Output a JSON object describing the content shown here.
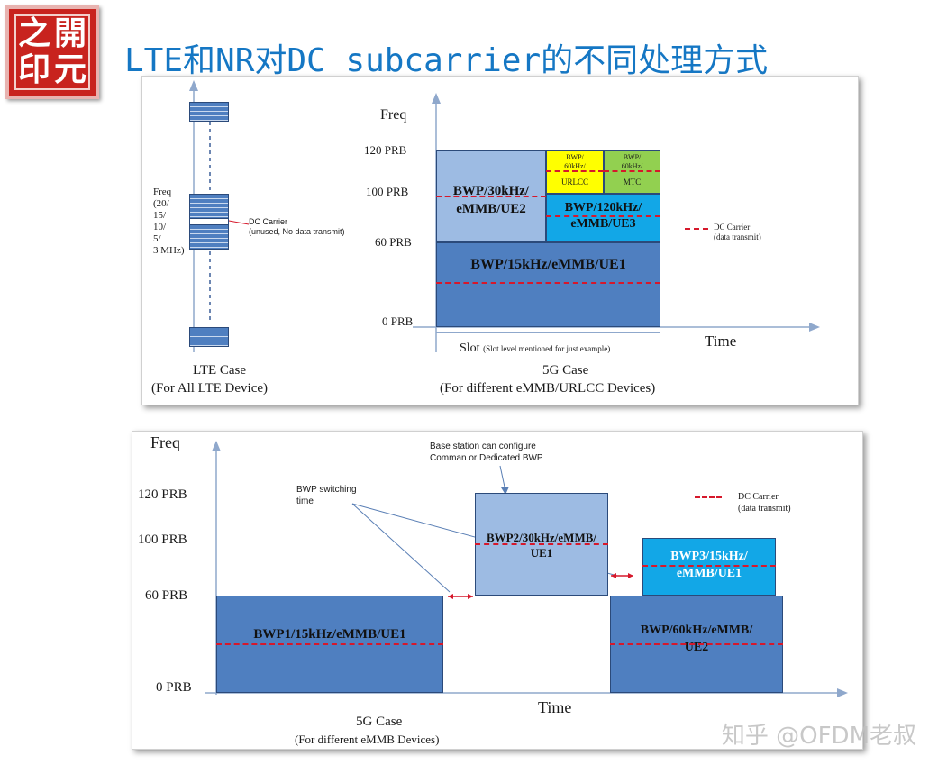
{
  "logo": {
    "chars": [
      "之",
      "開",
      "印",
      "元"
    ]
  },
  "title": "LTE和NR对DC subcarrier的不同处理方式",
  "top": {
    "lte": {
      "freq_label": "Freq\n(20/\n15/\n10/\n5/\n3 MHz)",
      "dc_label": "DC Carrier\n(unused, No data transmit)",
      "case": "LTE Case",
      "case_sub": "(For All  LTE Device)"
    },
    "nr": {
      "freq": "Freq",
      "y_ticks": [
        "120 PRB",
        "100 PRB",
        "60 PRB",
        "0 PRB"
      ],
      "blocks": {
        "bwp15": "BWP/15kHz/eMMB/UE1",
        "bwp30": "BWP/30kHz/\neMMB/UE2",
        "bwp120": "BWP/120kHz/\neMMB/UE3",
        "bwp60a": "BWP/\n60kHz/",
        "urllc": "URLCC",
        "bwp60b": "BWP/\n60kHz/",
        "mtc": "MTC"
      },
      "legend": "DC Carrier\n(data transmit)",
      "slot": "Slot",
      "slot_note": "(Slot level mentioned for just example)",
      "time": "Time",
      "case": "5G Case",
      "case_sub": "(For different  eMMB/URLCC Devices)"
    }
  },
  "bottom": {
    "freq": "Freq",
    "y_ticks": [
      "120 PRB",
      "100 PRB",
      "60 PRB",
      "0 PRB"
    ],
    "annot_bs": "Base station can configure\nComman or Dedicated BWP",
    "annot_sw": "BWP switching\ntime",
    "legend": "DC Carrier\n(data transmit)",
    "blocks": {
      "bwp1": "BWP1/15kHz/eMMB/UE1",
      "bwp2": "BWP2/30kHz/eMMB/\nUE1",
      "bwp3": "BWP3/15kHz/\neMMB/UE1",
      "bwp60": "BWP/60kHz/eMMB/\nUE2"
    },
    "time": "Time",
    "case": "5G Case",
    "case_sub": "(For different  eMMB  Devices)"
  },
  "watermark": "知乎 @OFDM老叔"
}
